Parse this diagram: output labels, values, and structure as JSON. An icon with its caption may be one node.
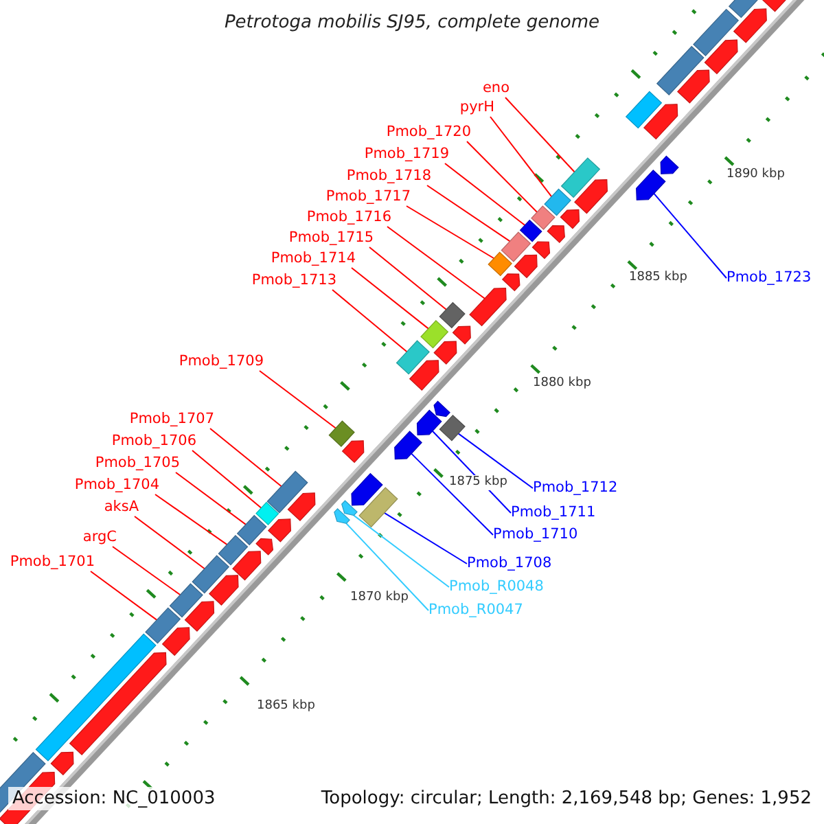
{
  "diagram": {
    "title": "Petrotoga mobilis SJ95, complete genome",
    "nodes": [
      {
        "text": [
          "eno"
        ]
      },
      {
        "text": [
          "pyrH"
        ]
      },
      {
        "text": [
          "Pmob_1720"
        ]
      },
      {
        "text": [
          "Pmob_1719"
        ]
      },
      {
        "text": [
          "Pmob_1718"
        ]
      },
      {
        "text": [
          "Pmob_1717"
        ]
      },
      {
        "text": [
          "Pmob_1716"
        ]
      },
      {
        "text": [
          "Pmob_1715"
        ]
      },
      {
        "text": [
          "Pmob_1714"
        ]
      },
      {
        "text": [
          "Pmob_1713"
        ]
      },
      {
        "text": [
          "Pmob_1709"
        ]
      },
      {
        "text": [
          "Pmob_1707"
        ]
      },
      {
        "text": [
          "Pmob_1706"
        ]
      },
      {
        "text": [
          "Pmob_1705"
        ]
      },
      {
        "text": [
          "Pmob_1704"
        ]
      },
      {
        "text": [
          "aksA"
        ]
      },
      {
        "text": [
          "argC"
        ]
      },
      {
        "text": [
          "Pmob_1701"
        ]
      },
      {
        "text": [
          "Pmob_1723"
        ]
      },
      {
        "text": [
          "Pmob_1712"
        ]
      },
      {
        "text": [
          "Pmob_1711"
        ]
      },
      {
        "text": [
          "Pmob_1710"
        ]
      },
      {
        "text": [
          "Pmob_1708"
        ]
      },
      {
        "text": [
          "Pmob_R0048"
        ]
      },
      {
        "text": [
          "Pmob_R0047"
        ]
      },
      {
        "text": [],
        "shape": "box"
      },
      {
        "text": [],
        "shape": "box"
      },
      {
        "text": [],
        "shape": "box"
      },
      {
        "text": [],
        "shape": "box"
      },
      {
        "text": [],
        "shape": "box"
      },
      {
        "text": [],
        "shape": "box"
      },
      {
        "text": [],
        "shape": "arrow"
      },
      {
        "text": [],
        "shape": "box"
      },
      {
        "text": [],
        "shape": "box"
      },
      {
        "text": [],
        "shape": "box"
      },
      {
        "text": [],
        "shape": "box"
      },
      {
        "text": [],
        "shape": "box"
      },
      {
        "text": [],
        "shape": "box"
      },
      {
        "text": [],
        "shape": "box"
      },
      {
        "text": [],
        "shape": "box"
      },
      {
        "text": [],
        "shape": "box"
      },
      {
        "text": [],
        "shape": "box"
      },
      {
        "text": [],
        "shape": "box"
      },
      {
        "text": [],
        "shape": "arrow"
      },
      {
        "text": [],
        "shape": "box"
      },
      {
        "text": [],
        "shape": "arrow"
      },
      {
        "text": [],
        "shape": "arrow"
      },
      {
        "text": [],
        "shape": "box"
      },
      {
        "text": [],
        "shape": "arrow"
      },
      {
        "text": [],
        "shape": "arrow"
      },
      {
        "text": [],
        "shape": "arrow"
      }
    ],
    "edges": [
      {
        "from": 0,
        "to": 25,
        "arrow": "none"
      },
      {
        "from": 1,
        "to": 26,
        "arrow": "none"
      },
      {
        "from": 2,
        "to": 27,
        "arrow": "none"
      },
      {
        "from": 3,
        "to": 28,
        "arrow": "none"
      },
      {
        "from": 4,
        "to": 29,
        "arrow": "none"
      },
      {
        "from": 5,
        "to": 30,
        "arrow": "none"
      },
      {
        "from": 6,
        "to": 31,
        "arrow": "none"
      },
      {
        "from": 7,
        "to": 32,
        "arrow": "none"
      },
      {
        "from": 8,
        "to": 33,
        "arrow": "none"
      },
      {
        "from": 9,
        "to": 34,
        "arrow": "none"
      },
      {
        "from": 10,
        "to": 35,
        "arrow": "none"
      },
      {
        "from": 11,
        "to": 36,
        "arrow": "none"
      },
      {
        "from": 12,
        "to": 37,
        "arrow": "none"
      },
      {
        "from": 13,
        "to": 38,
        "arrow": "none"
      },
      {
        "from": 14,
        "to": 39,
        "arrow": "none"
      },
      {
        "from": 15,
        "to": 40,
        "arrow": "none"
      },
      {
        "from": 16,
        "to": 41,
        "arrow": "none"
      },
      {
        "from": 17,
        "to": 42,
        "arrow": "none"
      },
      {
        "from": 18,
        "to": 43,
        "arrow": "none",
        "color": "#0000ff"
      },
      {
        "from": 19,
        "to": 44,
        "arrow": "none",
        "color": "#0000ff"
      },
      {
        "from": 20,
        "to": 45,
        "arrow": "none",
        "color": "#0000ff"
      },
      {
        "from": 21,
        "to": 46,
        "arrow": "none",
        "color": "#0000ff"
      },
      {
        "from": 22,
        "to": 47,
        "arrow": "none",
        "color": "#0000ff"
      },
      {
        "from": 23,
        "to": 48,
        "arrow": "none",
        "color": "#33ccff"
      },
      {
        "from": 24,
        "to": 49,
        "arrow": "none",
        "color": "#33ccff"
      }
    ],
    "labels": [
      "1890 kbp",
      "1885 kbp",
      "1880 kbp",
      "1875 kbp",
      "1870 kbp",
      "1865 kbp",
      "Accession: NC_010003",
      "Topology: circular; Length: 2,169,548 bp; Genes: 1,952"
    ]
  }
}
